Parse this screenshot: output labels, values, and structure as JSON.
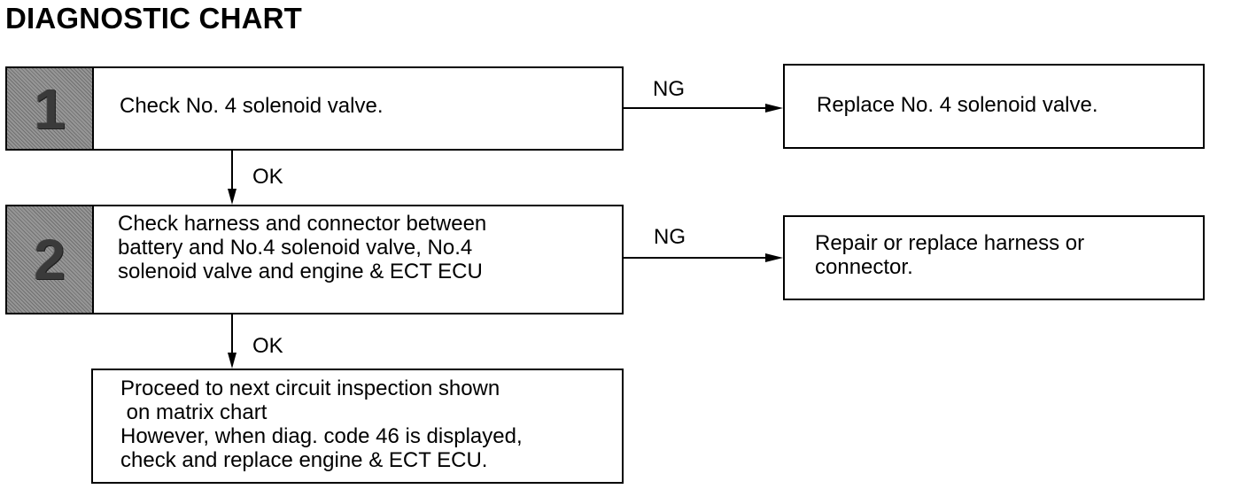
{
  "title": "DIAGNOSTIC CHART",
  "steps": [
    {
      "number": "1",
      "text": "Check No. 4 solenoid valve.",
      "ng_label": "NG",
      "ng_result": "Replace No. 4 solenoid valve.",
      "ok_label": "OK"
    },
    {
      "number": "2",
      "text": "Check harness and connector between\nbattery and No.4 solenoid valve, No.4\nsolenoid valve and engine & ECT ECU",
      "ng_label": "NG",
      "ng_result": "Repair or replace harness or\nconnector.",
      "ok_label": "OK"
    }
  ],
  "final": "Proceed to next circuit inspection shown\n on matrix chart\nHowever, when diag. code 46 is displayed,\ncheck and replace engine & ECT ECU."
}
